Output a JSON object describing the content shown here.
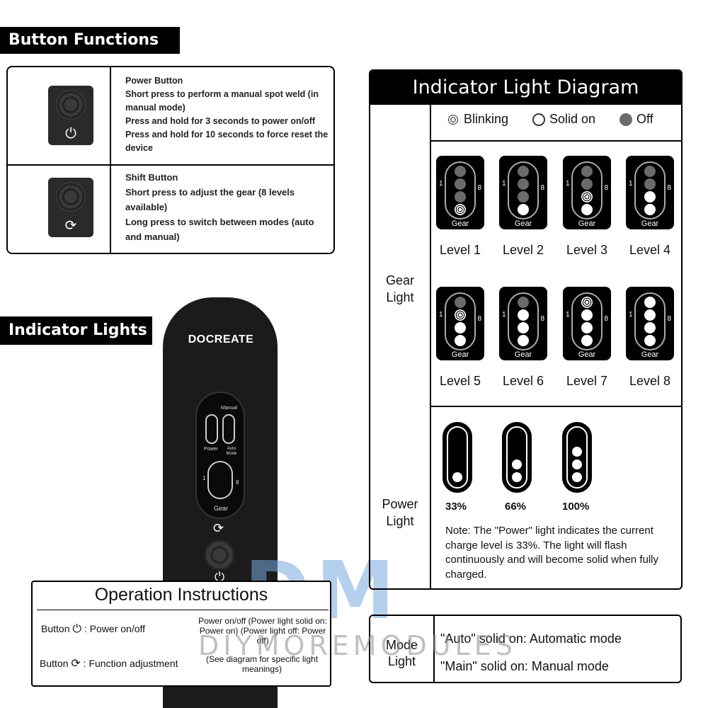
{
  "headings": {
    "button_functions": "Button Functions",
    "indicator_lights": "Indicator Lights"
  },
  "button_functions": {
    "power": {
      "title": "Power Button",
      "lines": [
        "Short press to perform a manual spot weld (in manual mode)",
        "Press and hold for 3 seconds to power on/off",
        "Press and hold for 10 seconds to force reset the device"
      ],
      "icon": "power-icon"
    },
    "shift": {
      "title": "Shift Button",
      "lines": [
        "Short press to adjust the gear (8 levels available)",
        "Long press to switch between modes (auto and manual)"
      ],
      "icon": "cycle-icon"
    }
  },
  "device": {
    "brand": "DOCREATE",
    "panel_labels": {
      "manual": "Manual",
      "power": "Power",
      "auto_mode": "Auto Mode",
      "gear": "Gear",
      "one": "1",
      "eight": "8"
    }
  },
  "operation": {
    "title": "Operation Instructions",
    "row1_left_a": "Button",
    "row1_left_b": ": Power on/off",
    "row1_right": "Power on/off (Power light solid on: Power on) (Power light off: Power off)",
    "row2_left_a": "Button",
    "row2_left_b": ": Function adjustment",
    "row2_right": "(See diagram for specific light meanings)"
  },
  "diagram": {
    "title": "Indicator Light Diagram",
    "legend": {
      "blinking": "Blinking",
      "solid": "Solid on",
      "off": "Off"
    },
    "gear_label_a": "Gear",
    "gear_label_b": "Light",
    "gear_word": "Gear",
    "levels": [
      {
        "label": "Level 1",
        "dots": [
          "off",
          "off",
          "off",
          "blink"
        ]
      },
      {
        "label": "Level 2",
        "dots": [
          "off",
          "off",
          "off",
          "solid"
        ]
      },
      {
        "label": "Level 3",
        "dots": [
          "off",
          "off",
          "blink",
          "solid"
        ]
      },
      {
        "label": "Level 4",
        "dots": [
          "off",
          "off",
          "solid",
          "solid"
        ]
      },
      {
        "label": "Level 5",
        "dots": [
          "off",
          "blink",
          "solid",
          "solid"
        ]
      },
      {
        "label": "Level 6",
        "dots": [
          "off",
          "solid",
          "solid",
          "solid"
        ]
      },
      {
        "label": "Level 7",
        "dots": [
          "blink",
          "solid",
          "solid",
          "solid"
        ]
      },
      {
        "label": "Level 8",
        "dots": [
          "solid",
          "solid",
          "solid",
          "solid"
        ]
      }
    ],
    "power_label_a": "Power",
    "power_label_b": "Light",
    "power_levels": [
      {
        "label": "33%",
        "dots": 1
      },
      {
        "label": "66%",
        "dots": 2
      },
      {
        "label": "100%",
        "dots": 3
      }
    ],
    "note": "Note: The \"Power\" light indicates the current charge level is 33%. The light will flash continuously and will become solid when fully charged."
  },
  "mode": {
    "label_a": "Mode",
    "label_b": "Light",
    "auto": "\"Auto\" solid on: Automatic mode",
    "main": "\"Main\" solid on: Manual mode"
  },
  "watermark": {
    "letters": "DM",
    "text": "DIYMOREMODULES"
  },
  "colors": {
    "black": "#000000",
    "off_dot": "#6b6b6b",
    "solid_dot": "#ffffff"
  }
}
